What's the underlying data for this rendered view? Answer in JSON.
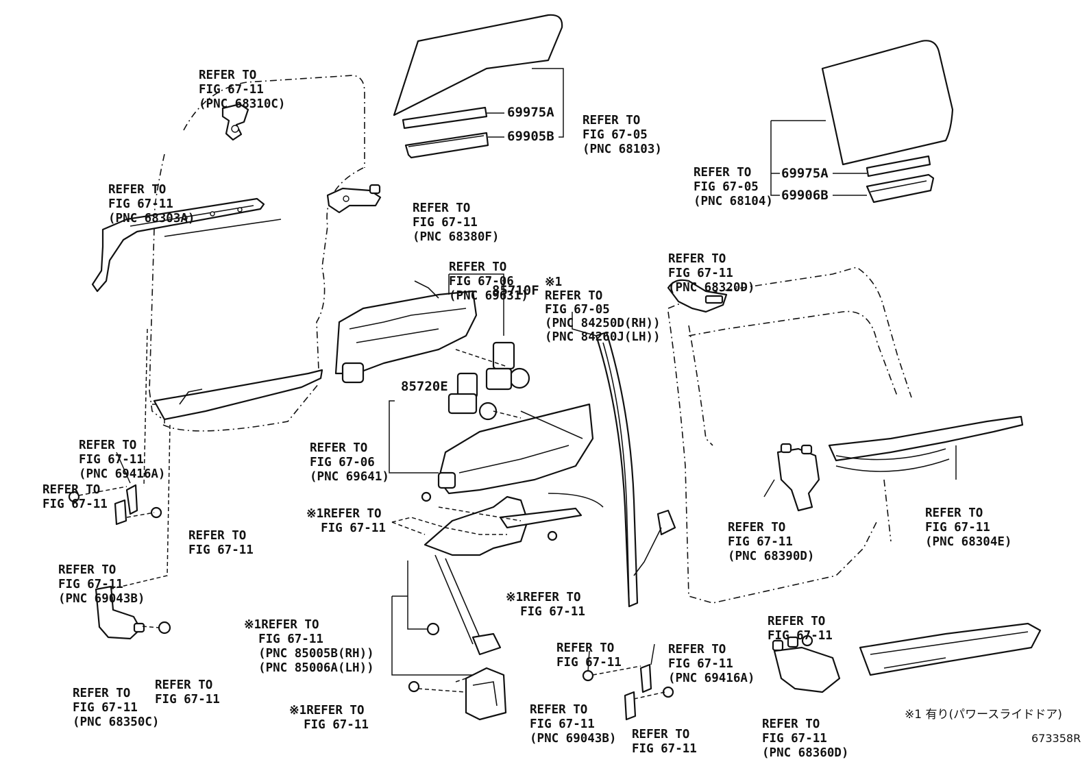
{
  "callouts": [
    {
      "id": "c01",
      "lines": [
        "REFER TO",
        "FIG 67-11",
        "(PNC 68310C)"
      ]
    },
    {
      "id": "c02",
      "lines": [
        "REFER TO",
        "FIG 67-11",
        "(PNC 68303A)"
      ]
    },
    {
      "id": "c03",
      "lines": [
        "REFER TO",
        "FIG 67-11",
        "(PNC 68380F)"
      ]
    },
    {
      "id": "c04",
      "lines": [
        "REFER TO",
        "FIG 67-05",
        "(PNC 68103)"
      ]
    },
    {
      "id": "c05",
      "lines": [
        "REFER TO",
        "FIG 67-05",
        "(PNC 68104)"
      ]
    },
    {
      "id": "c06",
      "lines": [
        "REFER TO",
        "FIG 67-06",
        "(PNC 69631)"
      ]
    },
    {
      "id": "c07",
      "lines": [
        "※1",
        "REFER TO",
        "FIG 67-05",
        "(PNC 84250D(RH))",
        "(PNC 84260J(LH))"
      ]
    },
    {
      "id": "c08",
      "lines": [
        "REFER TO",
        "FIG 67-11",
        "(PNC 68320D)"
      ]
    },
    {
      "id": "c09",
      "lines": [
        "REFER TO",
        "FIG 67-06",
        "(PNC 69641)"
      ]
    },
    {
      "id": "c10",
      "lines": [
        "REFER TO",
        "FIG 67-11",
        "(PNC 69416A)"
      ]
    },
    {
      "id": "c11",
      "lines": [
        "REFER TO",
        "FIG 67-11"
      ]
    },
    {
      "id": "c12",
      "lines": [
        "REFER TO",
        "FIG 67-11"
      ]
    },
    {
      "id": "c13",
      "lines": [
        "REFER TO",
        "FIG 67-11",
        "(PNC 69043B)"
      ]
    },
    {
      "id": "c14",
      "lines": [
        "※1REFER TO",
        "  FIG 67-11"
      ]
    },
    {
      "id": "c15",
      "lines": [
        "※1REFER TO",
        "  FIG 67-11"
      ]
    },
    {
      "id": "c16",
      "lines": [
        "※1REFER TO",
        "  FIG 67-11",
        "  (PNC 85005B(RH))",
        "  (PNC 85006A(LH))"
      ]
    },
    {
      "id": "c17",
      "lines": [
        "※1REFER TO",
        "  FIG 67-11"
      ]
    },
    {
      "id": "c18",
      "lines": [
        "REFER TO",
        "FIG 67-11"
      ]
    },
    {
      "id": "c19",
      "lines": [
        "REFER TO",
        "FIG 67-11",
        "(PNC 68350C)"
      ]
    },
    {
      "id": "c20",
      "lines": [
        "REFER TO",
        "FIG 67-11"
      ]
    },
    {
      "id": "c21",
      "lines": [
        "REFER TO",
        "FIG 67-11",
        "(PNC 69416A)"
      ]
    },
    {
      "id": "c22",
      "lines": [
        "REFER TO",
        "FIG 67-11",
        "(PNC 69043B)"
      ]
    },
    {
      "id": "c23",
      "lines": [
        "REFER TO",
        "FIG 67-11"
      ]
    },
    {
      "id": "c24",
      "lines": [
        "REFER TO",
        "FIG 67-11"
      ]
    },
    {
      "id": "c25",
      "lines": [
        "REFER TO",
        "FIG 67-11",
        "(PNC 68360D)"
      ]
    },
    {
      "id": "c26",
      "lines": [
        "REFER TO",
        "FIG 67-11",
        "(PNC 68390D)"
      ]
    },
    {
      "id": "c27",
      "lines": [
        "REFER TO",
        "FIG 67-11",
        "(PNC 68304E)"
      ]
    }
  ],
  "part_numbers": {
    "p69975A_top": "69975A",
    "p69905B": "69905B",
    "p69975A_right": "69975A",
    "p69906B": "69906B",
    "p85710F": "85710F",
    "p85720E": "85720E"
  },
  "footnote": "※1 有り(パワースライドドア)",
  "figure_id": "673358R"
}
